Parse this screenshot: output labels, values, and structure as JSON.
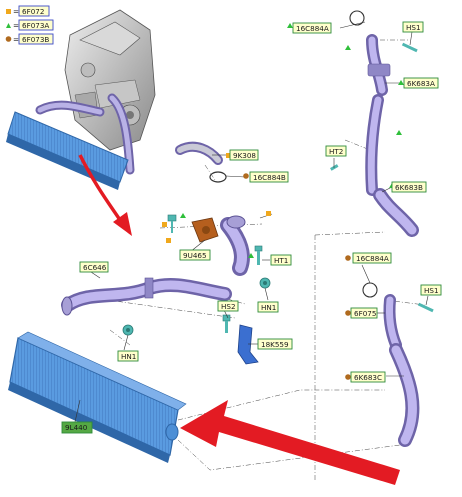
{
  "legend": [
    {
      "code": "6F072",
      "marker": "square",
      "color": "#f0a81c",
      "border": "#3a49c9"
    },
    {
      "code": "6F073A",
      "marker": "triangle",
      "color": "#2fbf3a",
      "border": "#3a49c9"
    },
    {
      "code": "6F073B",
      "marker": "circle",
      "color": "#b06a1e",
      "border": "#3a49c9"
    }
  ],
  "labels": {
    "l_9K308": "9K308",
    "l_16C884B": "16C884B",
    "l_9U465": "9U465",
    "l_HT1": "HT1",
    "l_HN1a": "HN1",
    "l_6C646": "6C646",
    "l_HS2": "HS2",
    "l_18K559": "18K559",
    "l_HN1b": "HN1",
    "l_9L440": "9L440",
    "l_16C884A_top": "16C884A",
    "l_HS1_top": "HS1",
    "l_6K683A": "6K683A",
    "l_HT2": "HT2",
    "l_6K683B": "6K683B",
    "l_16C884A_mid": "16C884A",
    "l_HS1_mid": "HS1",
    "l_6F075": "6F075",
    "l_6K683C": "6K683C"
  },
  "colors": {
    "pipe": "#a79fd6",
    "pipe_dark": "#6e64a8",
    "intercooler": "#4d8fd6",
    "intercooler_dark": "#2f67a8",
    "arrow": "#e31b23",
    "label_border_green": "#2e8b3a",
    "label_border_blue": "#3a49c9",
    "label_fill": "#ffffcc"
  }
}
